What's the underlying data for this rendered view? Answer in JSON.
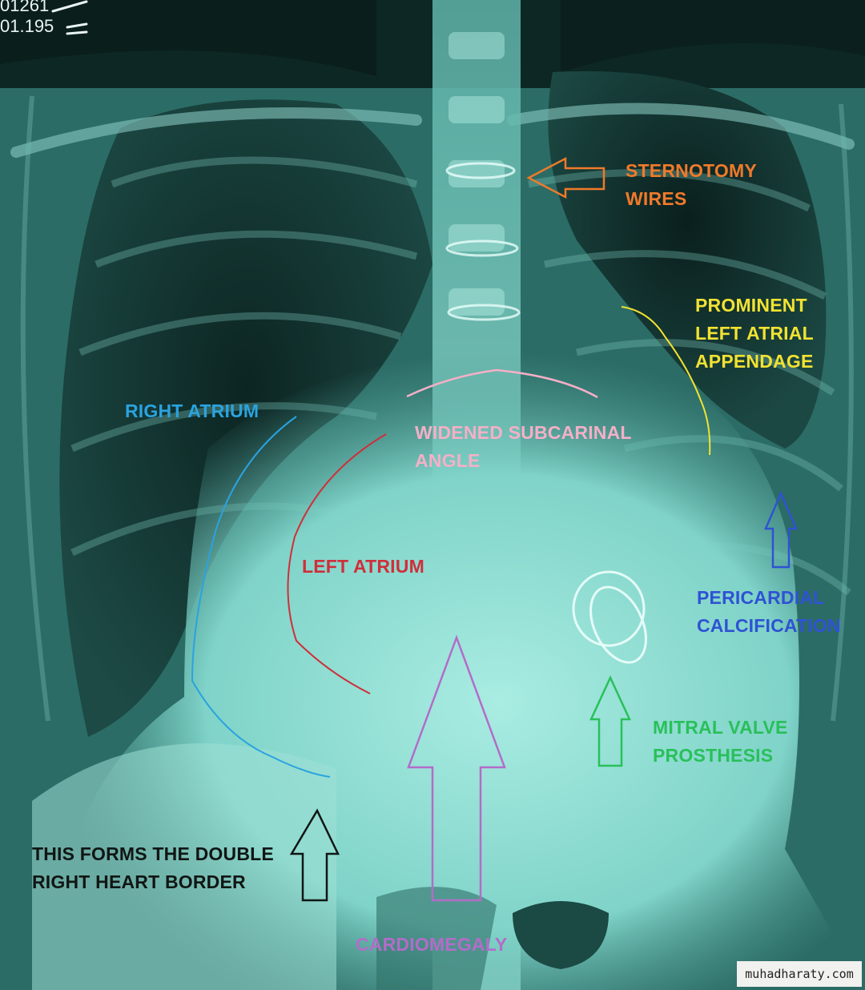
{
  "film_ids": [
    "01261",
    "01.195"
  ],
  "labels": {
    "sternotomy": [
      "STERNOTOMY",
      "WIRES"
    ],
    "left_atrial_appendage": [
      "PROMINENT",
      "LEFT ATRIAL",
      "APPENDAGE"
    ],
    "right_atrium": [
      "RIGHT ATRIUM"
    ],
    "subcarinal": [
      "WIDENED SUBCARINAL",
      "ANGLE"
    ],
    "left_atrium": [
      "LEFT ATRIUM"
    ],
    "pericardial": [
      "PERICARDIAL",
      "CALCIFICATION"
    ],
    "mitral": [
      "MITRAL VALVE",
      "PROSTHESIS"
    ],
    "double_border": [
      "THIS FORMS THE DOUBLE",
      "RIGHT HEART BORDER"
    ],
    "cardiomegaly": [
      "CARDIOMEGALY"
    ]
  },
  "colors": {
    "sternotomy": "#f07a2a",
    "left_atrial_appendage": "#f1e232",
    "right_atrium": "#2aa3e0",
    "subcarinal": "#f4b0c6",
    "left_atrium": "#cf2f3a",
    "pericardial": "#2f52d4",
    "mitral": "#29c05a",
    "double_border": "#101614",
    "cardiomegaly": "#b36cc9"
  },
  "watermark": "muhadharaty.com"
}
